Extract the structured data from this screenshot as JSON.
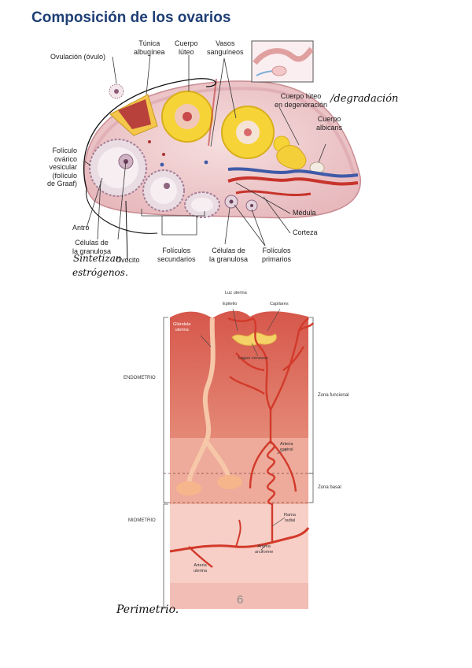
{
  "page": {
    "title": "Composición de los ovarios",
    "page_number": "6"
  },
  "ovary_figure": {
    "labels": {
      "ovulation": "Ovulación (óvulo)",
      "tunica_1": "Túnica",
      "tunica_2": "albugínea",
      "corpus_luteum_1": "Cuerpo",
      "corpus_luteum_2": "lúteo",
      "vessels_1": "Vasos",
      "vessels_2": "sanguíneos",
      "degenerating_1": "Cuerpo lúteo",
      "degenerating_2": "en degeneración",
      "albicans_1": "Cuerpo",
      "albicans_2": "albicans",
      "graaf_1": "Folículo",
      "graaf_2": "ovárico",
      "graaf_3": "vesicular",
      "graaf_4": "(folículo",
      "graaf_5": "de Graaf)",
      "medulla": "Médula",
      "cortex": "Corteza",
      "antrum": "Antro",
      "granulosa_left_1": "Células de",
      "granulosa_left_2": "la granulosa",
      "oocyte": "Ovocito",
      "secondary_1": "Folículos",
      "secondary_2": "secundarios",
      "granulosa_mid_1": "Células de",
      "granulosa_mid_2": "la granulosa",
      "primary_1": "Folículos",
      "primary_2": "primarios"
    },
    "handwriting": {
      "degradation": "/degradación",
      "synthesis_1": "Sintetizan",
      "synthesis_2": "estrógenos."
    }
  },
  "uterus_figure": {
    "labels": {
      "lumen": "Luz uterina",
      "epithelium": "Epitelio",
      "capillaries": "Capilares",
      "gland_1": "Glándula",
      "gland_2": "uterina",
      "lakes": "Lagos venosos",
      "endometrium": "ENDOMETRIO",
      "functional": "Zona funcional",
      "spiral_1": "Arteria",
      "spiral_2": "espiral",
      "basal": "Zona basal",
      "myometrium": "MIOMETRIO",
      "radial_1": "Rama",
      "radial_2": "radial",
      "arcuate_1": "Arteria",
      "arcuate_2": "arciforme",
      "uterine_1": "Arteria",
      "uterine_2": "uterina"
    },
    "handwriting": {
      "perimetrium": "Perimetrio."
    }
  }
}
